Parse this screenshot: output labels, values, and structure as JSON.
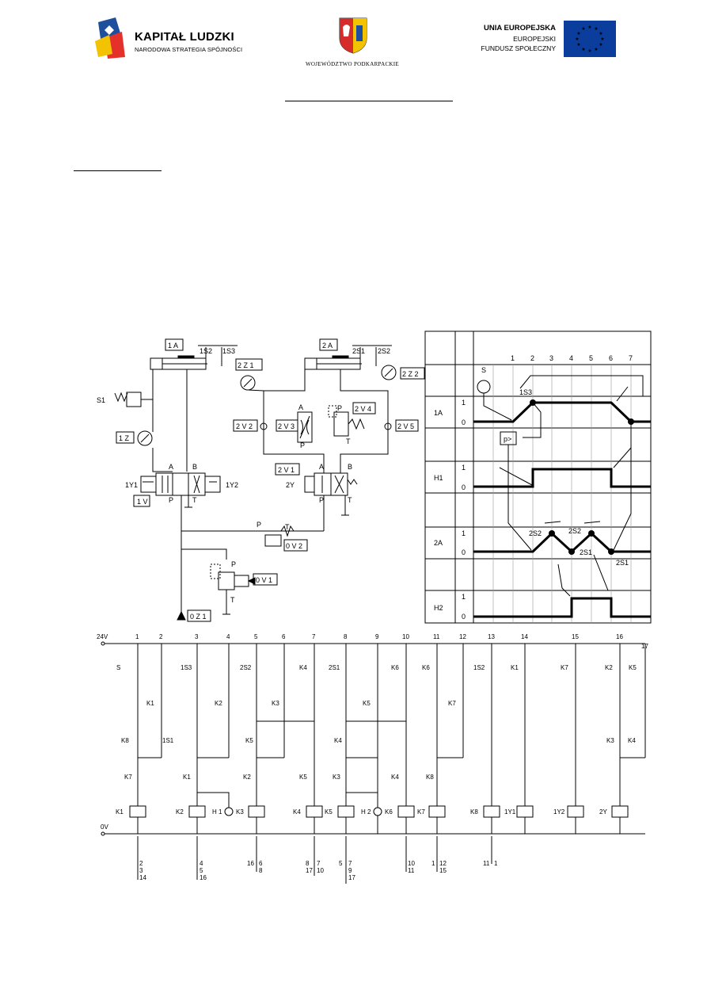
{
  "header": {
    "kl_title": "KAPITAŁ LUDZKI",
    "kl_subtitle": "NARODOWA STRATEGIA SPÓJNOŚCI",
    "wp_text": "WOJEWÓDZTWO PODKARPACKIE",
    "eu_line1": "UNIA EUROPEJSKA",
    "eu_line2": "EUROPEJSKI",
    "eu_line3": "FUNDUSZ SPOŁECZNY"
  },
  "pneumatic": {
    "cyl1": "1 A",
    "cyl1_s1": "1S2",
    "cyl1_s2": "1S3",
    "cyl2": "2 A",
    "cyl2_s1": "2S1",
    "cyl2_s2": "2S2",
    "z1": "1 Z",
    "z21": "2 Z 1",
    "z22": "2 Z 2",
    "v22": "2 V 2",
    "v23": "2 V 3",
    "v24": "2 V 4",
    "v25": "2 V 5",
    "v1": "1 V",
    "v21": "2 V 1",
    "v02": "0 V 2",
    "v01": "0 V 1",
    "z01": "0 Z 1",
    "s1": "S1",
    "y11": "1Y1",
    "y12": "1Y2",
    "y2": "2Y",
    "port_a": "A",
    "port_b": "B",
    "port_p": "P",
    "port_t": "T"
  },
  "timing": {
    "steps": [
      "1",
      "2",
      "3",
      "4",
      "5",
      "6",
      "7"
    ],
    "rows": [
      "1A",
      "H1",
      "2A",
      "H2"
    ],
    "one": "1",
    "zero": "0",
    "s_label": "S",
    "s13": "1S3",
    "p_label": "p>",
    "s22a": "2S2",
    "s22b": "2S2",
    "s21a": "2S1",
    "s21b": "2S1"
  },
  "ladder": {
    "supply_top": "24V",
    "supply_bottom": "0V",
    "columns": [
      "1",
      "2",
      "3",
      "4",
      "5",
      "6",
      "7",
      "8",
      "9",
      "10",
      "11",
      "12",
      "13",
      "14",
      "15",
      "16",
      "17"
    ],
    "top_contacts": [
      "S",
      "1S3",
      "2S2",
      "K4",
      "2S1",
      "K6",
      "K6",
      "1S2",
      "K1",
      "K7",
      "K2",
      "K5"
    ],
    "mid_contacts": [
      "K1",
      "K2",
      "K3",
      "K5",
      "K7"
    ],
    "seal_contacts": [
      "K8",
      "1S1",
      "K5",
      "K4",
      "K3",
      "K4"
    ],
    "low_contacts": [
      "K7",
      "K1",
      "K2",
      "K5",
      "K3",
      "K4",
      "K8"
    ],
    "coils": [
      "K1",
      "K2",
      "H 1",
      "K3",
      "K4",
      "K5",
      "H 2",
      "K6",
      "K7",
      "K8",
      "1Y1",
      "1Y2",
      "2Y"
    ],
    "contact_refs": [
      [
        "2",
        "3",
        "14"
      ],
      [
        "4",
        "5",
        "16"
      ],
      [
        "16",
        "6",
        "8"
      ],
      [
        "8",
        "7",
        "17",
        "10"
      ],
      [
        "5",
        "7",
        "9",
        "17"
      ],
      [
        "10",
        "11"
      ],
      [
        "1",
        "12",
        "15"
      ],
      [
        "11",
        "1"
      ]
    ]
  }
}
